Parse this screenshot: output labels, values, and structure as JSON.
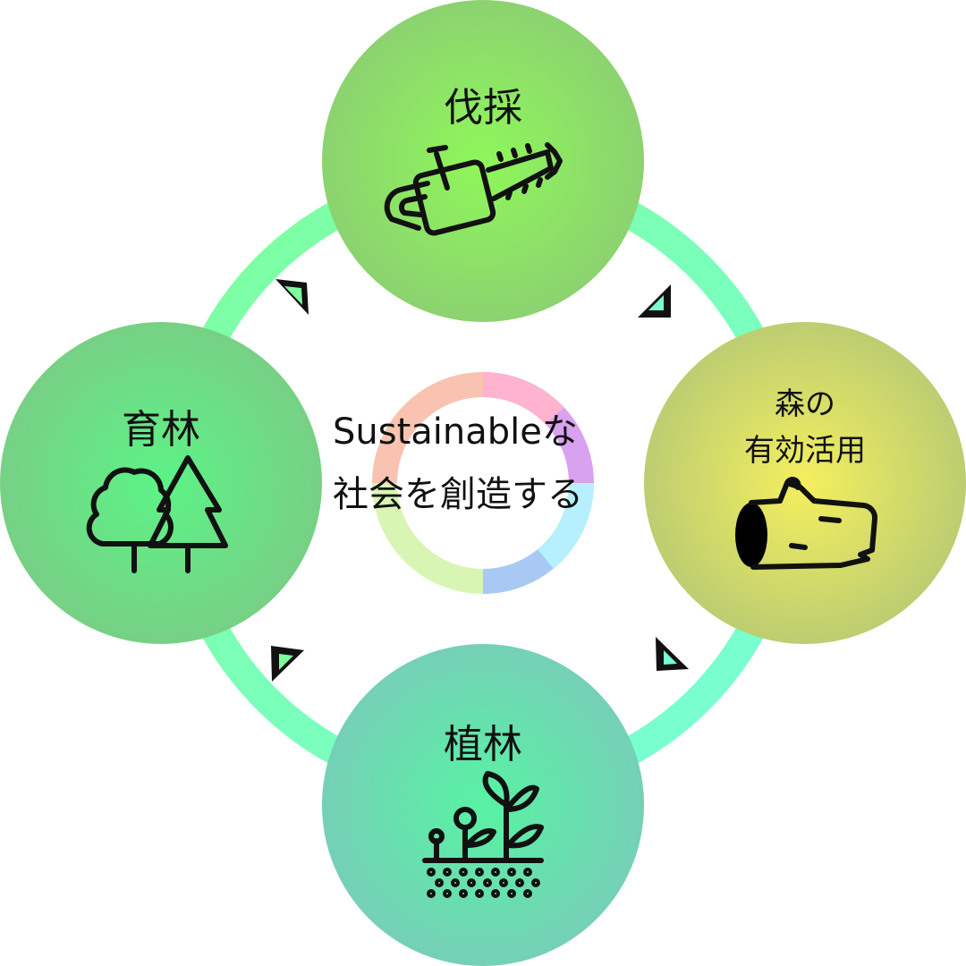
{
  "center": {
    "line1": "Sustainableな",
    "line2": "社会を創造する"
  },
  "nodes": {
    "top": {
      "label": "伐採",
      "icon": "chainsaw-icon",
      "color": "#8fd76f"
    },
    "right": {
      "line1": "森の",
      "line2": "有効活用",
      "icon": "log-icon",
      "color": "#d4dd70"
    },
    "bottom": {
      "label": "植林",
      "icon": "sprout-icon",
      "color": "#6fdcb0"
    },
    "left": {
      "label": "育林",
      "icon": "trees-icon",
      "color": "#7ad67a"
    }
  },
  "colors": {
    "ring": "#7dffb6",
    "ring_left": "#7dff93",
    "arrow": "#111111"
  }
}
